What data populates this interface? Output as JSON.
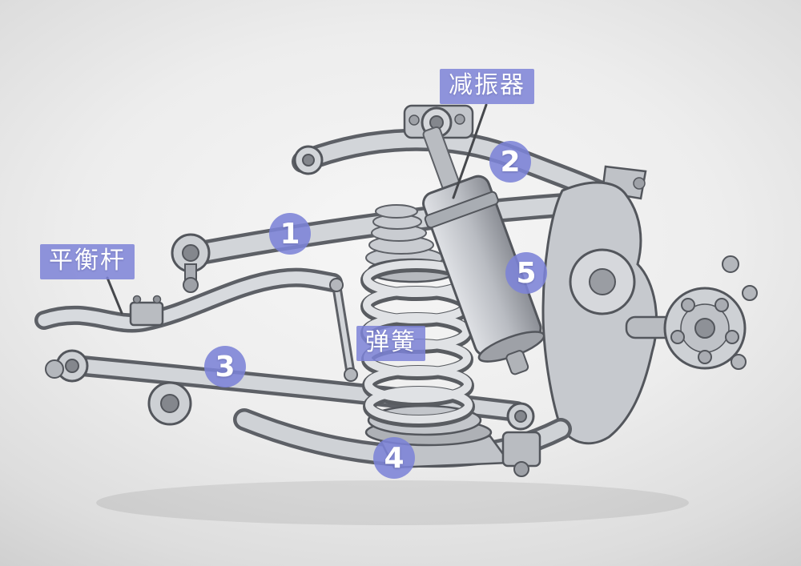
{
  "colors": {
    "accent": "#7c83d7",
    "label_text": "#ffffff",
    "background_center": "#f6f6f6",
    "background_edge": "#c9c9c9",
    "leader_line": "#46484c"
  },
  "labels": [
    {
      "name": "shock-absorber",
      "text": "减振器"
    },
    {
      "name": "stabilizer-bar",
      "text": "平衡杆"
    },
    {
      "name": "spring",
      "text": "弹簧"
    }
  ],
  "markers": [
    {
      "number": "1"
    },
    {
      "number": "2"
    },
    {
      "number": "3"
    },
    {
      "number": "4"
    },
    {
      "number": "5"
    }
  ]
}
